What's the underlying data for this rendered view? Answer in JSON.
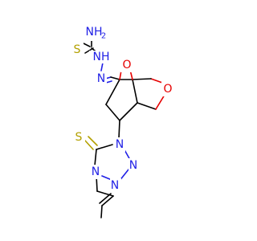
{
  "molecule": {
    "atom_labels": {
      "nh2": {
        "text": "NH",
        "sub": "2",
        "color": "#1f1fe6"
      },
      "s_thio": {
        "text": "S",
        "color": "#b3a000"
      },
      "nh": {
        "text": "NH",
        "color": "#1f1fe6"
      },
      "n_imine": {
        "text": "N",
        "color": "#1f1fe6"
      },
      "o_bridge": {
        "text": "O",
        "color": "#e60000"
      },
      "o_ring": {
        "text": "O",
        "color": "#e60000"
      },
      "s_tetrazole": {
        "text": "S",
        "color": "#b3a000"
      },
      "n1": {
        "text": "N",
        "color": "#1f1fe6"
      },
      "n2": {
        "text": "N",
        "color": "#1f1fe6"
      },
      "n3": {
        "text": "N",
        "color": "#1f1fe6"
      },
      "n4": {
        "text": "N",
        "color": "#1f1fe6"
      }
    }
  }
}
